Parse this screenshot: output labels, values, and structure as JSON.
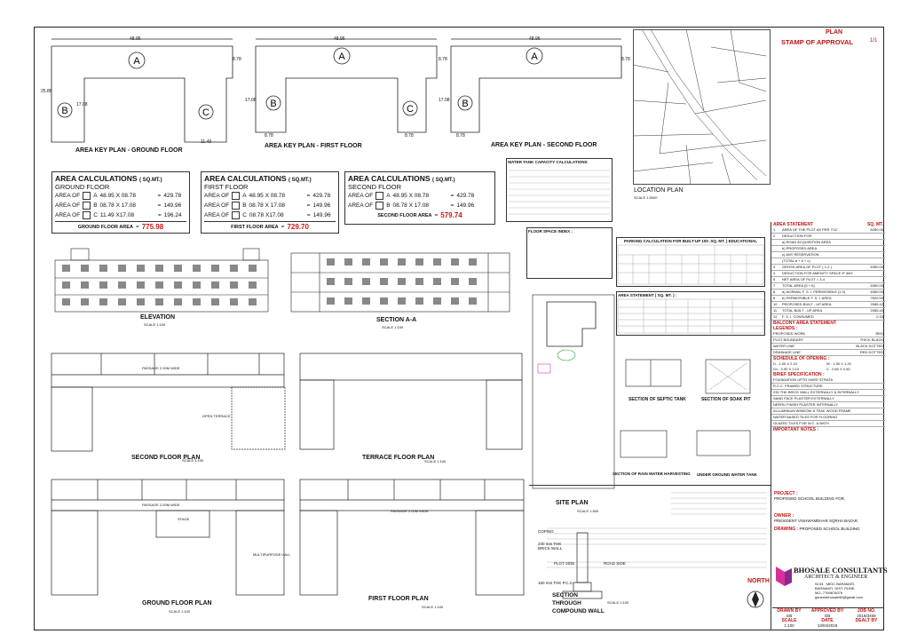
{
  "stamp": {
    "plan": "PLAN",
    "stamp_label": "STAMP OF APPROVAL",
    "sheet_no": "1/1"
  },
  "key_plans": [
    {
      "title": "AREA KEY PLAN - GROUND FLOOR",
      "dims": {
        "top": "48.95",
        "side": "8.78",
        "left": "25.86",
        "mid": "17.08",
        "bottom": "11.49"
      },
      "blocks": [
        "A",
        "B",
        "C"
      ]
    },
    {
      "title": "AREA KEY PLAN - FIRST FLOOR",
      "dims": {
        "top": "48.95",
        "side": "8.78",
        "left": "17.08",
        "b1": "8.78",
        "b2": "8.78"
      },
      "blocks": [
        "A",
        "B",
        "C"
      ]
    },
    {
      "title": "AREA KEY PLAN - SECOND FLOOR",
      "dims": {
        "top": "48.95",
        "side": "8.78",
        "left": "17.08",
        "b1": "8.78"
      },
      "blocks": [
        "A",
        "B"
      ]
    }
  ],
  "area_calcs": [
    {
      "heading": "AREA CALCULATIONS",
      "unit": "( SQ.MT.)",
      "floor": "GROUND FLOOR",
      "rows": [
        {
          "label": "AREA OF",
          "key": "A",
          "expr": "48.95 X 08.78",
          "eq": "=",
          "val": "429.78"
        },
        {
          "label": "AREA OF",
          "key": "B",
          "expr": "08.78 X 17.08",
          "eq": "=",
          "val": "149.96"
        },
        {
          "label": "AREA OF",
          "key": "C",
          "expr": "11.49 X17.08",
          "eq": "=",
          "val": "196.24"
        }
      ],
      "total_label": "GROUND FLOOR AREA",
      "total_eq": "=",
      "total": "775.98"
    },
    {
      "heading": "AREA CALCULATIONS",
      "unit": "( SQ.MT.)",
      "floor": "FIRST FLOOR",
      "rows": [
        {
          "label": "AREA OF",
          "key": "A",
          "expr": "48.95 X 08.78",
          "eq": "=",
          "val": "429.78"
        },
        {
          "label": "AREA OF",
          "key": "B",
          "expr": "08.78 X 17.08",
          "eq": "=",
          "val": "149.96"
        },
        {
          "label": "AREA OF",
          "key": "C",
          "expr": "08.78 X17.08",
          "eq": "=",
          "val": "149.96"
        }
      ],
      "total_label": "FIRST FLOOR AREA",
      "total_eq": "=",
      "total": "729.70"
    },
    {
      "heading": "AREA CALCULATIONS",
      "unit": "( SQ.MT.)",
      "floor": "SECOND FLOOR",
      "rows": [
        {
          "label": "AREA OF",
          "key": "A",
          "expr": "48.95 X 08.78",
          "eq": "=",
          "val": "429.78"
        },
        {
          "label": "AREA OF",
          "key": "B",
          "expr": "08.78 X 17.08",
          "eq": "=",
          "val": "149.96"
        }
      ],
      "total_label": "SECOND FLOOR AREA",
      "total_eq": "=",
      "total": "579.74"
    }
  ],
  "water_tank": {
    "title": "WATER TANK CAPACITY CALCULATIONS"
  },
  "floor_space": {
    "title": "FLOOR SPACE INDEX :"
  },
  "parking": {
    "title": "PARKING CALCULATION FOR BUILT-UP 100 .SQ. MT. ) EDUCATIONAL"
  },
  "area_statement_small": {
    "title": "AREA STATEMENT ( SQ. MT. ) :"
  },
  "location": {
    "title": "LOCATION PLAN",
    "scale": "SCALE 1:5000"
  },
  "drawings": {
    "elevation": {
      "title": "ELEVATION",
      "scale": "SCALE 1:100"
    },
    "section_aa": {
      "title": "SECTION A-A",
      "scale": "SCALE 1:100"
    },
    "second_floor": {
      "title": "SECOND FLOOR PLAN",
      "scale": "SCALE 1:100"
    },
    "terrace_floor": {
      "title": "TERRACE FLOOR PLAN",
      "scale": "SCALE 1:100"
    },
    "ground_floor": {
      "title": "GROUND FLOOR PLAN",
      "scale": "SCALE 1:100"
    },
    "first_floor": {
      "title": "FIRST FLOOR PLAN",
      "scale": "SCALE 1:100"
    },
    "site_plan": {
      "title": "SITE PLAN",
      "scale": "SCALE 1:500"
    },
    "septic": {
      "title": "SECTION OF SEPTIC TANK"
    },
    "soak_pit": {
      "title": "SECTION OF SOAK PIT"
    },
    "rain_water": {
      "title": "SECTION OF RAIN WATER HARVESTING"
    },
    "ug_tank": {
      "title": "UNDER GROUND WATER TANK"
    },
    "compound": {
      "title": "SECTION THROUGH COMPOUND WALL",
      "scale": "SCALE 1:100"
    },
    "passage_label": "PASSAGE 2.00M WIDE",
    "stage_label": "STAGE",
    "multipurpose": "MULTIPURPOSE HALL",
    "open_terrace": "OPEN TERRACE"
  },
  "compound_labels": {
    "coping": "COPING",
    "brick_230": "230 mm THK BRICK WALL",
    "plot_side": "PLOT SIDE",
    "road_side": "ROAD SIDE",
    "pcc": "150 mm THK P.C.C."
  },
  "statement": {
    "title": "AREA STATEMENT",
    "unit": "SQ. MT.",
    "rows": [
      {
        "no": "1",
        "label": "AREA OF THE PLOT AS PER 7/12",
        "val": "6350.00"
      },
      {
        "no": "2",
        "label": "DEDUCTION FOR",
        "val": ""
      },
      {
        "no": "",
        "label": "a) ROAD ACQUISITION AREA",
        "val": "-"
      },
      {
        "no": "",
        "label": "b) PROPOSED AREA",
        "val": "-"
      },
      {
        "no": "",
        "label": "c) ANY RESERVATION",
        "val": "-"
      },
      {
        "no": "",
        "label": "(TOTAL a + b + c)",
        "val": "-"
      },
      {
        "no": "3",
        "label": "GROSS AREA OF PLOT ( 1-2 )",
        "val": "6350.00"
      },
      {
        "no": "4",
        "label": "DEDUCTION FOR AMENITY SPACE IF ANY",
        "val": "-"
      },
      {
        "no": "5",
        "label": "NET AREA OF PLOT = 3-4",
        "val": "-"
      },
      {
        "no": "7",
        "label": "TOTAL AREA (5 + 6)",
        "val": "6350.00"
      },
      {
        "no": "8",
        "label": "a) NORMAL F. S. I. PERMISSIBLE (1.0)",
        "val": "6350.00"
      },
      {
        "no": "9",
        "label": "b) PERMISSIBLE F. S. I. AREA",
        "val": "7620.00"
      },
      {
        "no": "10",
        "label": "PROPOSED BUILT - UP AREA",
        "val": "2085.42"
      },
      {
        "no": "11",
        "label": "TOTAL BUILT - UP AREA",
        "val": "2085.42"
      },
      {
        "no": "12",
        "label": "F. S. I. CONSUMED",
        "val": "0.33"
      }
    ],
    "balcony_title": "BALCONY AREA STATEMENT",
    "legend_title": "LEGENDS :",
    "legends": [
      {
        "label": "PROPOSED WORK",
        "val": "RED"
      },
      {
        "label": "PLOT BOUNDARY",
        "val": "THICK BLACK"
      },
      {
        "label": "WATER LINE",
        "val": "BLACK DOTTED"
      },
      {
        "label": "DRAINAGE LINE",
        "val": "RED DOTTED"
      }
    ],
    "openings_title": "SCHEDULE OF OPENING :",
    "openings": [
      "D - 1.00 X 2.10",
      "W - 1.50 X 1.20",
      "D1 - 0.90 X 2.10",
      "V - 0.60 X 0.60"
    ],
    "spec_title": "BRIEF SPECIFICATION :",
    "specs": [
      "FOUNDATION UPTO HARD STRATA",
      "R.C.C. FRAMED STRUCTURE",
      "230 THK BRICK WALL EXTERNALLY & INTERNALLY",
      "SAND FACE PLASTER EXTERNALLY",
      "NEERU FINISH PLASTER INTERNALLY",
      "ALLUMINIUM WINDOW & TEAK WOOD FRAME",
      "WATER BASED TILES FOR FLOORING",
      "GLAZED TILES FOR W.C. & BATH"
    ],
    "notes_title": "IMPORTANT NOTES :"
  },
  "project": {
    "title": "PROJECT :",
    "desc": "PROPOSED SCHOOL BUILDING FOR,",
    "owner_title": "OWNER :",
    "owner": "PRESIDENT VISHWAMEHAR SQRHA BAZAR.",
    "drawing_label": "DRAWING :",
    "drawing": "PROPOSED SCHOOL BUILDING"
  },
  "firm": {
    "name": "BHOSALE CONSULTANTS",
    "role": "ARCHITECT & ENGINEER",
    "addr1": "W-34 , MIDC BARAMATI,",
    "addr2": "BARAMATI, DIST. PUNE.",
    "phone": "MO.-7769878076",
    "email": "ganeshbhosale58@gmail.com"
  },
  "footer": {
    "drawn_by_label": "DRAWN BY",
    "approved_label": "APPROVED BY",
    "job_label": "JOB NO.",
    "drawn_by": "GB",
    "approved": "GB",
    "job_no": "2019/3469",
    "scale_label": "SCALE",
    "date_label": "DATE",
    "dealt_label": "DEALT BY",
    "scale": "1:100",
    "date": "13/04/2019",
    "dealt": ""
  },
  "north": "NORTH",
  "colors": {
    "accent": "#c01414",
    "line": "#222222",
    "logo": "#d6309a"
  }
}
